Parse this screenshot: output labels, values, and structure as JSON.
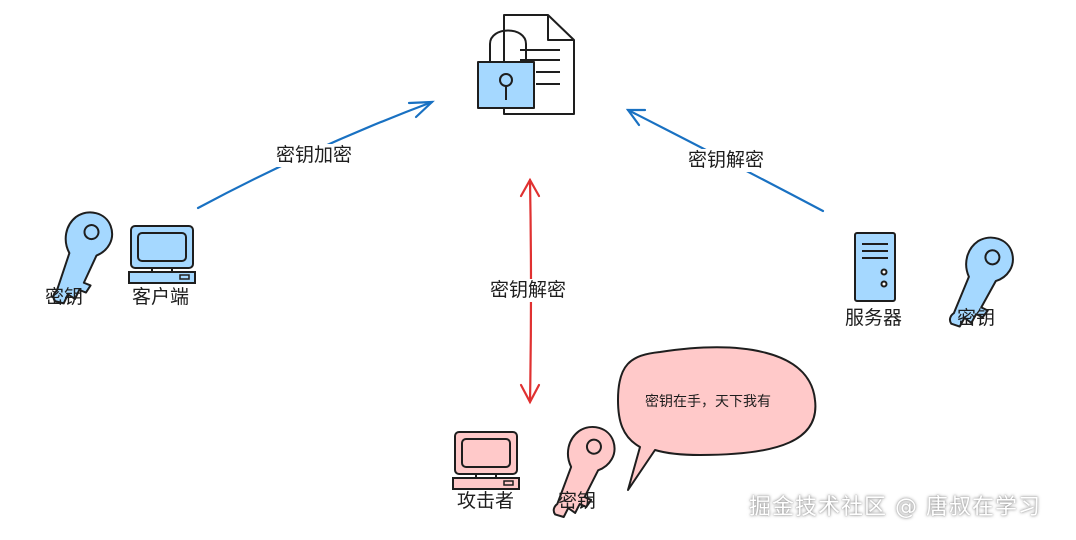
{
  "labels": {
    "encrypt": "密钥加密",
    "decrypt_server": "密钥解密",
    "decrypt_attacker": "密钥解密",
    "client_key": "密钥",
    "client": "客户端",
    "server": "服务器",
    "server_key": "密钥",
    "attacker": "攻击者",
    "attacker_key": "密钥",
    "speech": "密钥在手，天下我有",
    "watermark": "掘金技术社区 @ 唐叔在学习"
  },
  "colors": {
    "blue_fill": "#a5d8ff",
    "blue_stroke": "#1971c2",
    "red_stroke": "#e03131",
    "pink_fill": "#ffc9c9",
    "ink": "#1e1e1e"
  },
  "icons": {
    "document": "locked-document-icon",
    "client_key": "key-icon",
    "client": "computer-icon",
    "server": "server-icon",
    "server_key": "key-icon",
    "attacker": "computer-icon",
    "attacker_key": "key-icon"
  }
}
